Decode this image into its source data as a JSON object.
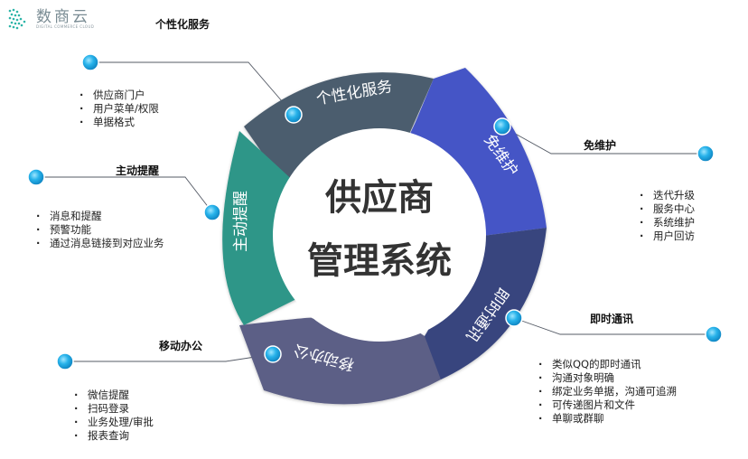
{
  "logo": {
    "brand": "数商云",
    "sub": "DIGITAL COMMERCE CLOUD"
  },
  "center": {
    "line1": "供应商",
    "line2": "管理系统"
  },
  "colors": {
    "seg1": "#4b5d6e",
    "seg2": "#4455c6",
    "seg3": "#37457e",
    "seg4": "#5b5e86",
    "seg5": "#2e9688",
    "node": "#1fa8e0"
  },
  "segments": [
    {
      "label": "个性化服务"
    },
    {
      "label": "免维护"
    },
    {
      "label": "即时通讯"
    },
    {
      "label": "移动办公"
    },
    {
      "label": "主动提醒"
    }
  ],
  "callouts": [
    {
      "title": "个性化服务",
      "items": [
        "供应商门户",
        "用户菜单/权限",
        "单据格式"
      ]
    },
    {
      "title": "免维护",
      "items": [
        "迭代升级",
        "服务中心",
        "系统维护",
        "用户回访"
      ]
    },
    {
      "title": "即时通讯",
      "items": [
        "类似QQ的即时通讯",
        "沟通对象明确",
        "绑定业务单据，沟通可追溯",
        "可传递图片和文件",
        "单聊或群聊"
      ]
    },
    {
      "title": "移动办公",
      "items": [
        "微信提醒",
        "扫码登录",
        "业务处理/审批",
        "报表查询"
      ]
    },
    {
      "title": "主动提醒",
      "items": [
        "消息和提醒",
        "预警功能",
        "通过消息链接到对应业务"
      ]
    }
  ]
}
